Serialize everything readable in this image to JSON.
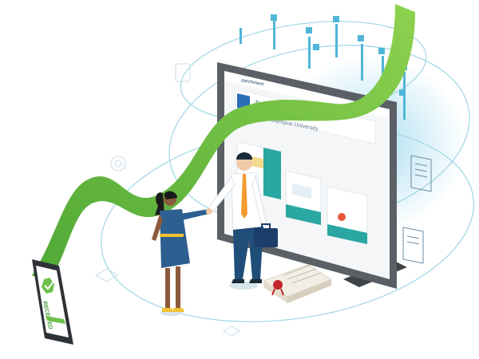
{
  "monitor": {
    "brand": "parchment",
    "profile_name": "Jacob Cumberland",
    "institution": "Mount Olympus University"
  },
  "phone": {
    "status_text": "RECEIVED"
  },
  "colors": {
    "green": "#6cc04a",
    "dark_green": "#3e9a2d",
    "teal": "#2aa7a2",
    "navy": "#1f3f66",
    "monitor_frame": "#5b5f66",
    "ring": "#9fd6e4",
    "glow": "#8fd3ec"
  },
  "icons": [
    "check-badge-icon",
    "certificate-icon",
    "briefcase-icon",
    "document-icon"
  ]
}
